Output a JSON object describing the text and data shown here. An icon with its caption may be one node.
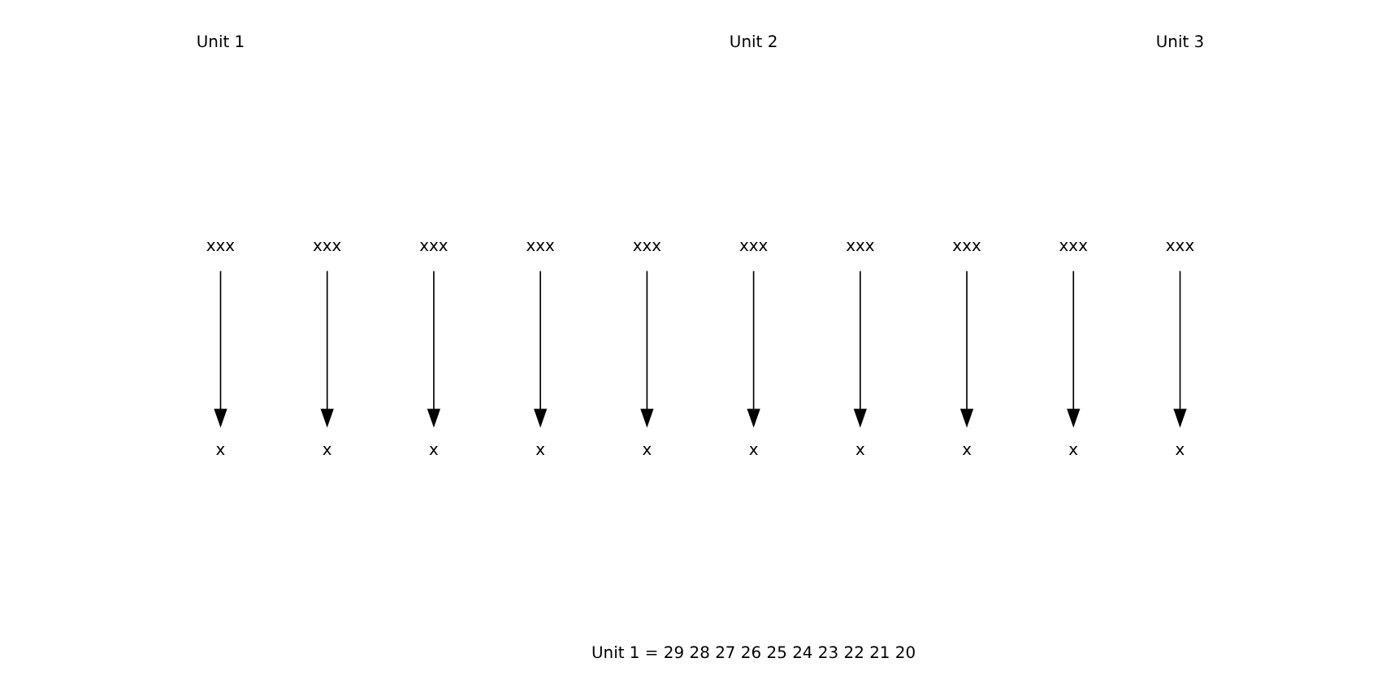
{
  "diagram": {
    "nodes": [
      {
        "text": [
          "xxx"
        ]
      },
      {
        "text": [
          "xxx"
        ]
      },
      {
        "text": [
          "xxx"
        ]
      },
      {
        "text": [
          "xxx"
        ]
      },
      {
        "text": [
          "xxx"
        ]
      },
      {
        "text": [
          "xxx"
        ]
      },
      {
        "text": [
          "xxx"
        ]
      },
      {
        "text": [
          "xxx"
        ]
      },
      {
        "text": [
          "xxx"
        ]
      },
      {
        "text": [
          "xxx"
        ]
      },
      {
        "text": [
          "x"
        ]
      },
      {
        "text": [
          "x"
        ]
      },
      {
        "text": [
          "x"
        ]
      },
      {
        "text": [
          "x"
        ]
      },
      {
        "text": [
          "x"
        ]
      },
      {
        "text": [
          "x"
        ]
      },
      {
        "text": [
          "x"
        ]
      },
      {
        "text": [
          "x"
        ]
      },
      {
        "text": [
          "x"
        ]
      },
      {
        "text": [
          "x"
        ]
      }
    ],
    "edges": [
      {
        "from": 0,
        "to": 10,
        "arrow": "to"
      },
      {
        "from": 1,
        "to": 11,
        "arrow": "to"
      },
      {
        "from": 2,
        "to": 12,
        "arrow": "to"
      },
      {
        "from": 3,
        "to": 13,
        "arrow": "to"
      },
      {
        "from": 4,
        "to": 14,
        "arrow": "to"
      },
      {
        "from": 5,
        "to": 15,
        "arrow": "to"
      },
      {
        "from": 6,
        "to": 16,
        "arrow": "to"
      },
      {
        "from": 7,
        "to": 17,
        "arrow": "to"
      },
      {
        "from": 8,
        "to": 18,
        "arrow": "to"
      },
      {
        "from": 9,
        "to": 19,
        "arrow": "to"
      }
    ],
    "labels": [
      "Unit 1",
      "Unit 2",
      "Unit 3",
      "Unit 1 = 29 28 27 26 25 24 23 22 21 20"
    ]
  }
}
